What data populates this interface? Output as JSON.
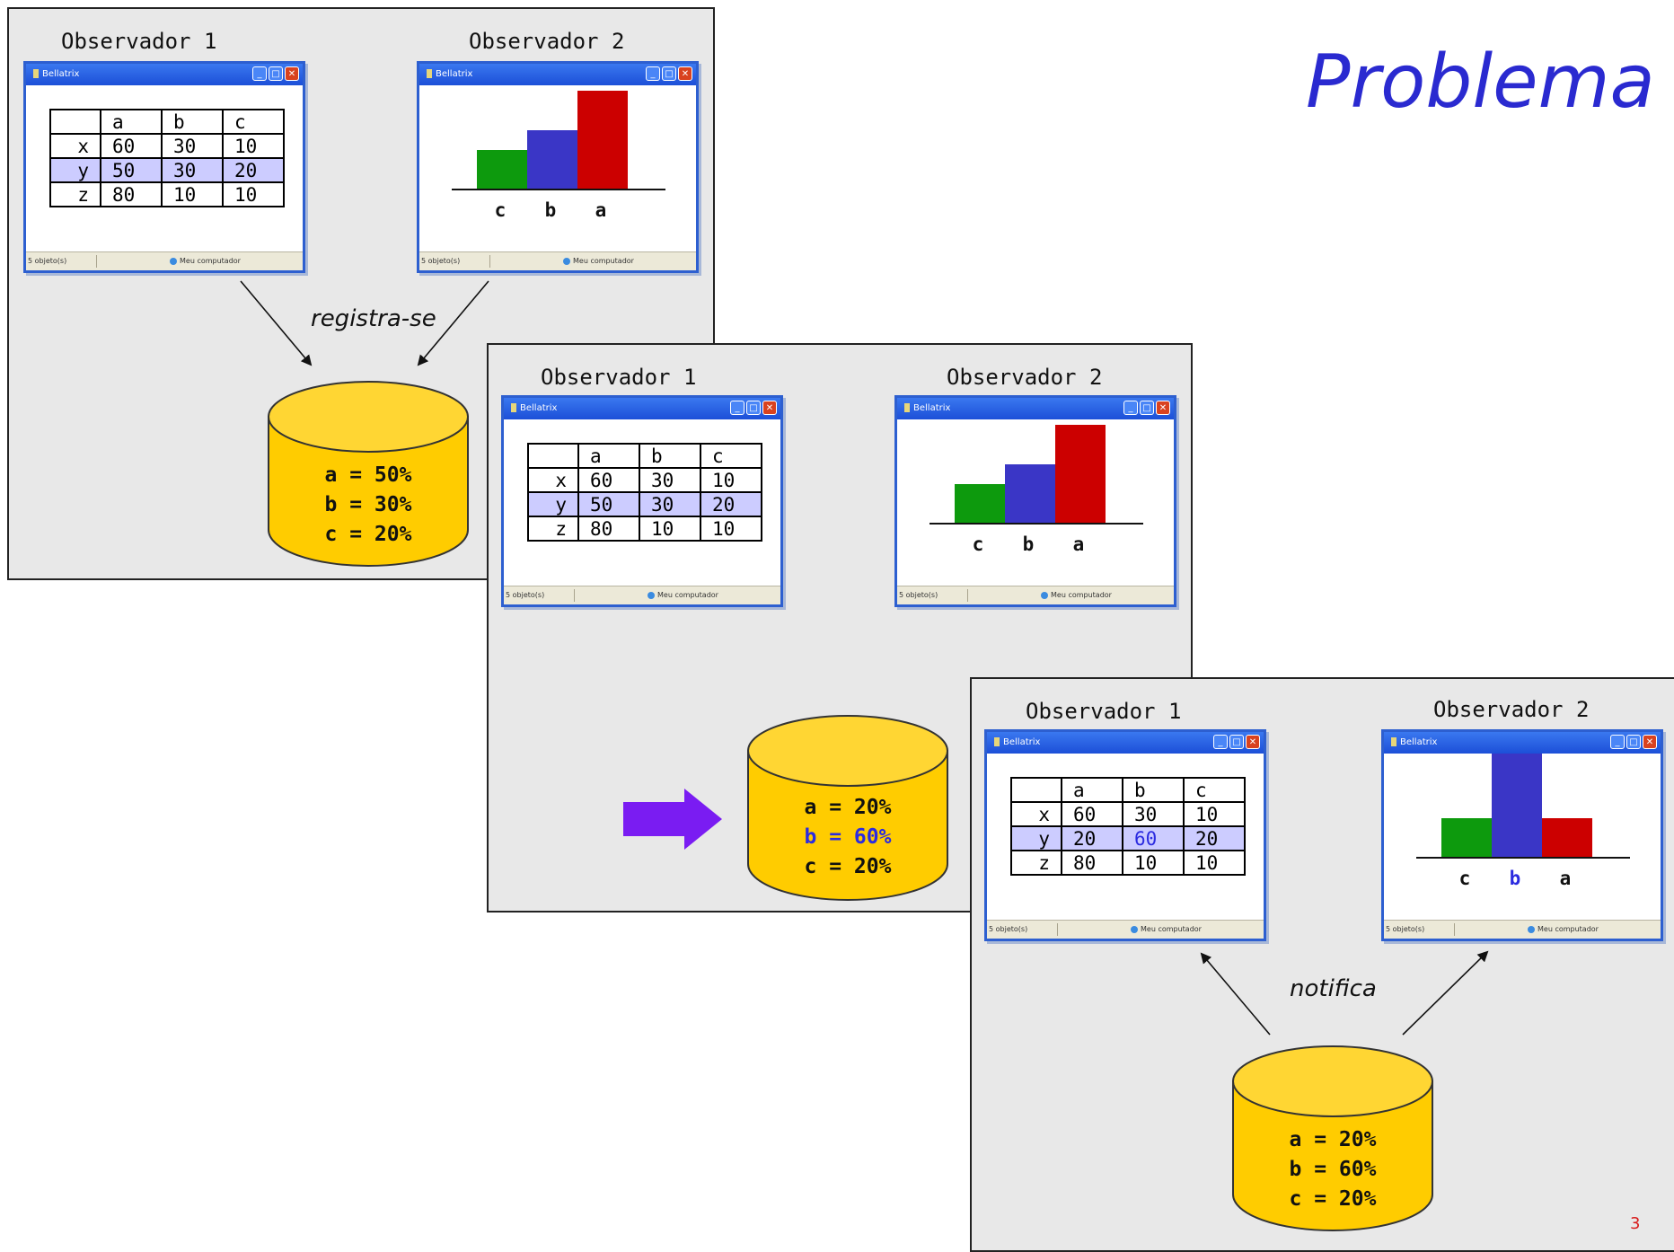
{
  "title": "Problema",
  "page_number": "3",
  "window": {
    "title": "Bellatrix",
    "status_left": "5 objeto(s)",
    "status_right": "Meu computador",
    "min": "_",
    "max": "□",
    "close": "✕"
  },
  "table_headers": [
    "",
    "a",
    "b",
    "c"
  ],
  "panels": [
    {
      "obs1_label": "Observador 1",
      "obs2_label": "Observador 2",
      "rows": [
        {
          "label": "x",
          "a": "60",
          "b": "30",
          "c": "10"
        },
        {
          "label": "y",
          "a": "50",
          "b": "30",
          "c": "20"
        },
        {
          "label": "z",
          "a": "80",
          "b": "10",
          "c": "10"
        }
      ],
      "bars": {
        "c": 20,
        "b": 30,
        "a": 50
      },
      "bar_labels": [
        "c",
        "b",
        "a"
      ],
      "db_lines": [
        "a = 50%",
        "b = 30%",
        "c = 20%"
      ],
      "caption": "registra-se"
    },
    {
      "obs1_label": "Observador 1",
      "obs2_label": "Observador 2",
      "rows": [
        {
          "label": "x",
          "a": "60",
          "b": "30",
          "c": "10"
        },
        {
          "label": "y",
          "a": "50",
          "b": "30",
          "c": "20"
        },
        {
          "label": "z",
          "a": "80",
          "b": "10",
          "c": "10"
        }
      ],
      "bars": {
        "c": 20,
        "b": 30,
        "a": 50
      },
      "bar_labels": [
        "c",
        "b",
        "a"
      ],
      "db_lines": [
        "a = 20%",
        "b = 60%",
        "c = 20%"
      ]
    },
    {
      "obs1_label": "Observador 1",
      "obs2_label": "Observador 2",
      "rows": [
        {
          "label": "x",
          "a": "60",
          "b": "30",
          "c": "10"
        },
        {
          "label": "y",
          "a": "20",
          "b": "60",
          "c": "20"
        },
        {
          "label": "z",
          "a": "80",
          "b": "10",
          "c": "10"
        }
      ],
      "bars": {
        "c": 20,
        "b": 60,
        "a": 20
      },
      "bar_labels": [
        "c",
        "b",
        "a"
      ],
      "db_lines": [
        "a = 20%",
        "b = 60%",
        "c = 20%"
      ],
      "caption": "notifica"
    }
  ],
  "colors": {
    "bar_c": "#0d9a0d",
    "bar_b": "#3a36c6",
    "bar_a": "#cc0000",
    "highlight": "#2b2be0",
    "db_fill": "#ffcc00",
    "arrow_purple": "#7a1cf2"
  }
}
